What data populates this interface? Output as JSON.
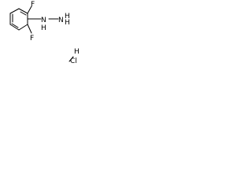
{
  "molecule": {
    "atoms": {
      "fluorine_top": "F",
      "fluorine_bottom": "F",
      "hydrazine_n1": "N",
      "hydrazine_h1": "H",
      "hydrazine_n2": "N",
      "hydrazine_h2": "H",
      "hydrazine_h3": "H"
    },
    "salt": {
      "hydrogen": "H",
      "chlorine": "Cl"
    }
  }
}
